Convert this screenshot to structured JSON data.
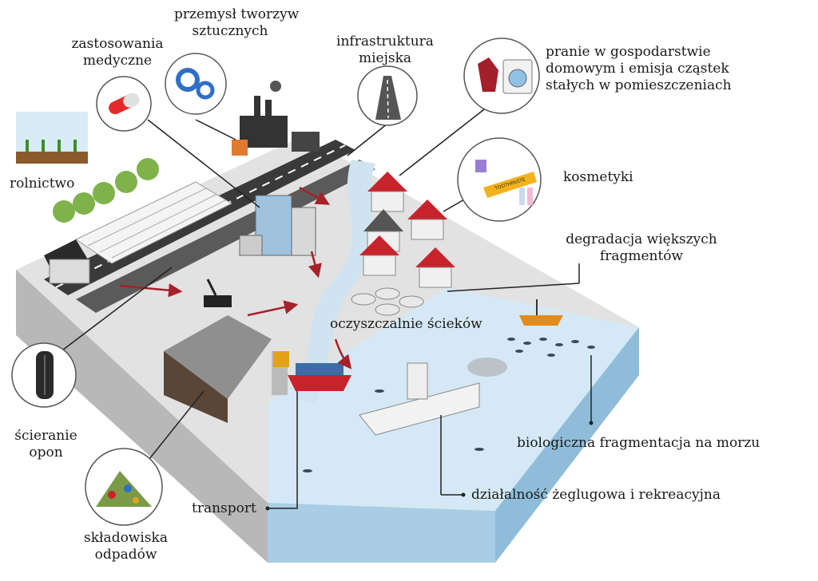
{
  "labels": {
    "przemysl": [
      "przemysł tworzyw",
      "sztucznych"
    ],
    "medyczne": [
      "zastosowania",
      "medyczne"
    ],
    "infrastruktura": [
      "infrastruktura",
      "miejska"
    ],
    "pranie": [
      "pranie w gospodarstwie",
      "domowym i emisja cząstek",
      "stałych w pomieszczeniach"
    ],
    "rolnictwo": "rolnictwo",
    "kosmetyki": "kosmetyki",
    "degradacja": [
      "degradacja większych",
      "fragmentów"
    ],
    "oczyszczalnie": "oczyszczalnie ścieków",
    "scieranie": [
      "ścieranie",
      "opon"
    ],
    "biologiczna": "biologiczna fragmentacja na morzu",
    "dzialalnosc": "działalność żeglugowa i rekreacyjna",
    "transport": "transport",
    "skladowiska": [
      "składowiska",
      "odpadów"
    ]
  },
  "icons": {
    "toothpaste_text": "TOOTHPASTE"
  },
  "colors": {
    "ground_top": "#e2e2e2",
    "ground_side": "#b8b8b8",
    "road": "#3a3a3a",
    "river": "#cfe3f0",
    "sea_top": "#d4e9f5",
    "sea_side": "#a9cde4",
    "arrow": "#a8202a",
    "roof": "#c8232c"
  }
}
